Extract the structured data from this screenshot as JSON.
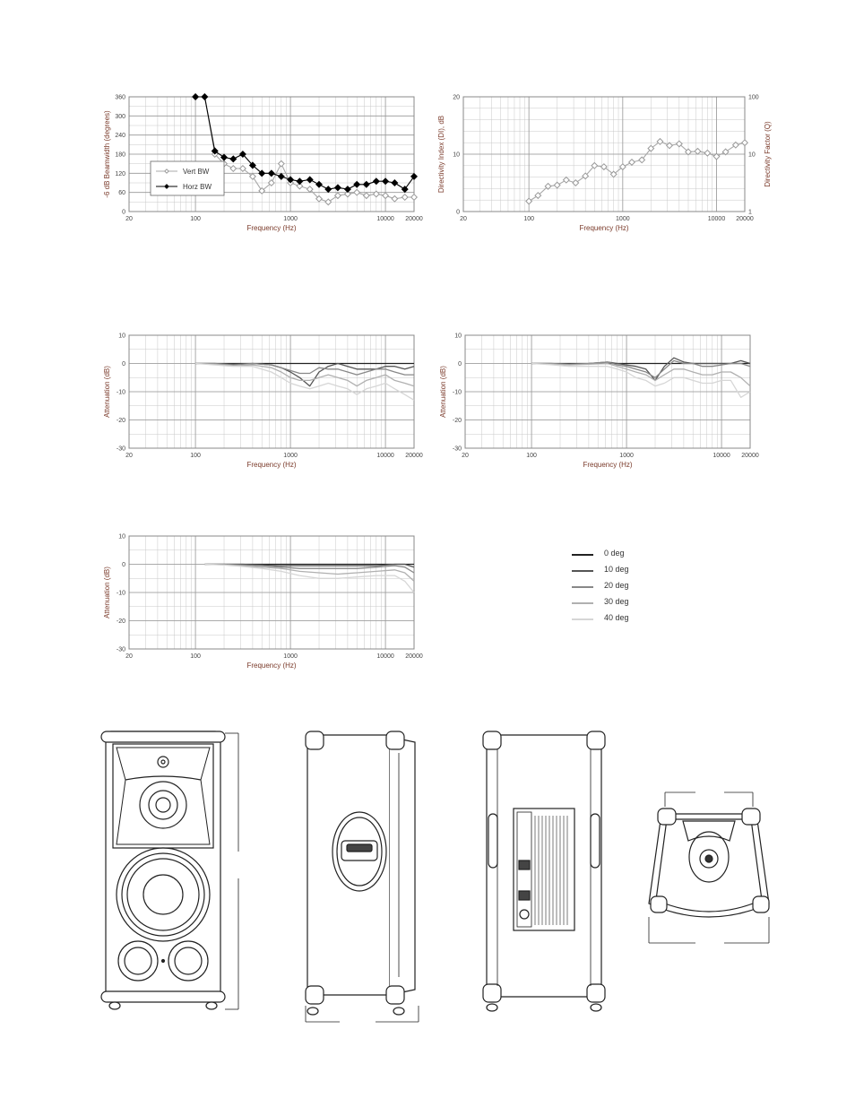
{
  "colors": {
    "axis_label": "#7a3a2a",
    "grid": "#c8c8c8",
    "frame": "#888888",
    "tick": "#444444",
    "black": "#000000"
  },
  "chart_data": [
    {
      "id": "beamwidth",
      "type": "line",
      "xlabel": "Frequency (Hz)",
      "ylabel": "-6 dB Beamwidth (degrees)",
      "xscale": "log",
      "xlim": [
        20,
        20000
      ],
      "ylim": [
        0,
        360
      ],
      "xticks": [
        "20",
        "100",
        "1000",
        "10000",
        "20000"
      ],
      "xtick_values": [
        20,
        100,
        1000,
        10000,
        20000
      ],
      "yticks": [
        "0",
        "60",
        "120",
        "180",
        "240",
        "300",
        "360"
      ],
      "ytick_values": [
        0,
        60,
        120,
        180,
        240,
        300,
        360
      ],
      "legend": {
        "placement": "inside-lower-left",
        "entries": [
          "Vert BW",
          "Horz BW"
        ]
      },
      "series": [
        {
          "name": "Vert BW",
          "color": "#a8a8a8",
          "marker": "open-diamond",
          "x": [
            100,
            125,
            160,
            200,
            250,
            315,
            400,
            500,
            630,
            800,
            1000,
            1250,
            1600,
            2000,
            2500,
            3150,
            4000,
            5000,
            6300,
            8000,
            10000,
            12500,
            16000,
            20000
          ],
          "y": [
            360,
            360,
            180,
            150,
            135,
            135,
            110,
            65,
            90,
            150,
            90,
            80,
            70,
            40,
            30,
            50,
            55,
            60,
            50,
            55,
            50,
            40,
            45,
            45
          ]
        },
        {
          "name": "Horz BW",
          "color": "#000000",
          "marker": "filled-diamond",
          "x": [
            100,
            125,
            160,
            200,
            250,
            315,
            400,
            500,
            630,
            800,
            1000,
            1250,
            1600,
            2000,
            2500,
            3150,
            4000,
            5000,
            6300,
            8000,
            10000,
            12500,
            16000,
            20000
          ],
          "y": [
            360,
            360,
            190,
            170,
            165,
            180,
            145,
            120,
            120,
            110,
            100,
            95,
            100,
            85,
            70,
            75,
            70,
            85,
            85,
            95,
            95,
            90,
            70,
            110
          ]
        }
      ]
    },
    {
      "id": "directivity",
      "type": "line",
      "xlabel": "Frequency (Hz)",
      "ylabel": "Directivity Index (DI), dB",
      "y2label": "Directivity Factor (Q)",
      "xscale": "log",
      "xlim": [
        20,
        20000
      ],
      "ylim": [
        0,
        20
      ],
      "xticks": [
        "20",
        "100",
        "1000",
        "10000",
        "20000"
      ],
      "xtick_values": [
        20,
        100,
        1000,
        10000,
        20000
      ],
      "yticks": [
        "0",
        "10",
        "20"
      ],
      "ytick_values": [
        0,
        10,
        20
      ],
      "y2ticks": [
        "1",
        "10",
        "100"
      ],
      "y2tick_values": [
        0,
        10,
        20
      ],
      "series": [
        {
          "name": "",
          "color": "#a8a8a8",
          "marker": "open-diamond",
          "x": [
            100,
            125,
            160,
            200,
            250,
            315,
            400,
            500,
            630,
            800,
            1000,
            1250,
            1600,
            2000,
            2500,
            3150,
            4000,
            5000,
            6300,
            8000,
            10000,
            12500,
            16000,
            20000
          ],
          "y": [
            1.8,
            2.8,
            4.4,
            4.6,
            5.5,
            5.0,
            6.2,
            8.0,
            7.8,
            6.5,
            7.8,
            8.6,
            9.0,
            11.0,
            12.2,
            11.5,
            11.8,
            10.4,
            10.5,
            10.2,
            9.6,
            10.4,
            11.6,
            12.0
          ]
        }
      ]
    },
    {
      "id": "attenuation-1",
      "type": "line",
      "xlabel": "Frequency (Hz)",
      "ylabel": "Attenuation (dB)",
      "xscale": "log",
      "xlim": [
        20,
        20000
      ],
      "ylim": [
        -30,
        10
      ],
      "xticks": [
        "20",
        "100",
        "1000",
        "10000",
        "20000"
      ],
      "xtick_values": [
        20,
        100,
        1000,
        10000,
        20000
      ],
      "yticks": [
        "10",
        "0",
        "-10",
        "-20",
        "-30"
      ],
      "ytick_values": [
        10,
        0,
        -10,
        -20,
        -30
      ],
      "x": [
        100,
        160,
        250,
        400,
        630,
        800,
        1000,
        1250,
        1600,
        2000,
        2500,
        3150,
        4000,
        5000,
        6300,
        8000,
        10000,
        12500,
        16000,
        20000
      ],
      "series": [
        {
          "name": "0 deg",
          "color": "#222222",
          "y": [
            0,
            0,
            0,
            0,
            0,
            0,
            0,
            0,
            0,
            0,
            0,
            0,
            0,
            0,
            0,
            0,
            0,
            0,
            0,
            0
          ]
        },
        {
          "name": "10 deg",
          "color": "#555555",
          "y": [
            0,
            0,
            -0.3,
            0,
            -0.5,
            -1.5,
            -3,
            -5,
            -8,
            -3,
            -1,
            0,
            -1,
            -2,
            -2,
            -2,
            -1,
            -1,
            -2,
            -1
          ]
        },
        {
          "name": "20 deg",
          "color": "#888888",
          "y": [
            0,
            0,
            -0.5,
            0,
            -0.5,
            -1.5,
            -2.5,
            -3.5,
            -3.5,
            -1.5,
            -2,
            -2,
            -3,
            -4,
            -3,
            -2,
            -2,
            -3,
            -4,
            -4
          ]
        },
        {
          "name": "30 deg",
          "color": "#b0b0b0",
          "y": [
            0,
            -0.3,
            -0.8,
            -0.5,
            -1.5,
            -3,
            -5,
            -6,
            -6,
            -5,
            -4,
            -5,
            -6,
            -8,
            -6,
            -5,
            -4,
            -6,
            -7,
            -8
          ]
        },
        {
          "name": "40 deg",
          "color": "#d6d6d6",
          "y": [
            0,
            -0.5,
            -1,
            -1,
            -3,
            -5,
            -7,
            -8,
            -9,
            -8,
            -7,
            -8,
            -9,
            -11,
            -9,
            -8,
            -7,
            -9,
            -11,
            -13
          ]
        }
      ]
    },
    {
      "id": "attenuation-2",
      "type": "line",
      "xlabel": "Frequency (Hz)",
      "ylabel": "Attenuation (dB)",
      "xscale": "log",
      "xlim": [
        20,
        20000
      ],
      "ylim": [
        -30,
        10
      ],
      "xticks": [
        "20",
        "100",
        "1000",
        "10000",
        "20000"
      ],
      "xtick_values": [
        20,
        100,
        1000,
        10000,
        20000
      ],
      "yticks": [
        "10",
        "0",
        "-10",
        "-20",
        "-30"
      ],
      "ytick_values": [
        10,
        0,
        -10,
        -20,
        -30
      ],
      "x": [
        100,
        160,
        250,
        400,
        630,
        800,
        1000,
        1250,
        1600,
        2000,
        2500,
        3150,
        4000,
        5000,
        6300,
        8000,
        10000,
        12500,
        16000,
        20000
      ],
      "series": [
        {
          "name": "0 deg",
          "color": "#222222",
          "y": [
            0,
            0,
            0,
            0,
            0,
            0,
            0,
            0,
            0,
            0,
            0,
            0,
            0,
            0,
            0,
            0,
            0,
            0,
            0,
            0
          ]
        },
        {
          "name": "10 deg",
          "color": "#555555",
          "y": [
            0,
            0,
            -0.2,
            0,
            0.5,
            0,
            -0.5,
            -1,
            -2,
            -6,
            -1,
            2,
            0.5,
            0,
            0,
            0,
            0,
            0,
            1,
            0
          ]
        },
        {
          "name": "20 deg",
          "color": "#888888",
          "y": [
            0,
            0,
            -0.3,
            0,
            0.5,
            -0.5,
            -1,
            -2,
            -3,
            -5,
            -2,
            1,
            0,
            0,
            -1,
            -1,
            -0.5,
            0,
            0,
            -1
          ]
        },
        {
          "name": "30 deg",
          "color": "#b0b0b0",
          "y": [
            0,
            -0.2,
            -0.5,
            -0.3,
            0,
            -1,
            -2,
            -3,
            -4,
            -6,
            -4,
            -2,
            -2,
            -3,
            -4,
            -4,
            -3,
            -3,
            -5,
            -8
          ]
        },
        {
          "name": "40 deg",
          "color": "#d6d6d6",
          "y": [
            0,
            -0.4,
            -1,
            -1,
            -1,
            -2,
            -3,
            -5,
            -6,
            -8,
            -7,
            -5,
            -5,
            -6,
            -7,
            -7,
            -6,
            -6,
            -12,
            -10
          ]
        }
      ]
    },
    {
      "id": "attenuation-3",
      "type": "line",
      "xlabel": "Frequency (Hz)",
      "ylabel": "Attenuation (dB)",
      "xscale": "log",
      "xlim": [
        20,
        20000
      ],
      "ylim": [
        -30,
        10
      ],
      "xticks": [
        "20",
        "100",
        "1000",
        "10000",
        "20000"
      ],
      "xtick_values": [
        20,
        100,
        1000,
        10000,
        20000
      ],
      "yticks": [
        "10",
        "0",
        "-10",
        "-20",
        "-30"
      ],
      "ytick_values": [
        10,
        0,
        -10,
        -20,
        -30
      ],
      "x": [
        125,
        200,
        315,
        500,
        800,
        1250,
        2000,
        3150,
        5000,
        8000,
        12500,
        16000,
        20000
      ],
      "series": [
        {
          "name": "0 deg",
          "color": "#222222",
          "y": [
            0,
            0,
            0,
            0,
            0,
            0,
            0,
            0,
            0,
            0,
            0,
            0,
            0
          ]
        },
        {
          "name": "10 deg",
          "color": "#555555",
          "y": [
            0,
            0,
            0,
            -0.3,
            -0.5,
            -0.5,
            -0.5,
            -0.5,
            -0.5,
            -0.5,
            0,
            0,
            -1
          ]
        },
        {
          "name": "20 deg",
          "color": "#888888",
          "y": [
            0,
            0,
            -0.3,
            -0.5,
            -1,
            -1.5,
            -1.5,
            -1.5,
            -1.5,
            -1,
            -0.5,
            -1,
            -3
          ]
        },
        {
          "name": "30 deg",
          "color": "#b0b0b0",
          "y": [
            0,
            -0.2,
            -0.5,
            -1,
            -1.5,
            -2.5,
            -3,
            -3.5,
            -3,
            -2.5,
            -2,
            -3,
            -6
          ]
        },
        {
          "name": "40 deg",
          "color": "#d6d6d6",
          "y": [
            0,
            -0.3,
            -0.8,
            -1.5,
            -2.5,
            -4,
            -5,
            -5,
            -4.5,
            -4,
            -4,
            -6,
            -10
          ]
        }
      ]
    }
  ],
  "legend_angles": [
    {
      "label": "0 deg",
      "color": "#222222"
    },
    {
      "label": "10 deg",
      "color": "#555555"
    },
    {
      "label": "20 deg",
      "color": "#888888"
    },
    {
      "label": "30 deg",
      "color": "#b0b0b0"
    },
    {
      "label": "40 deg",
      "color": "#d6d6d6"
    }
  ]
}
